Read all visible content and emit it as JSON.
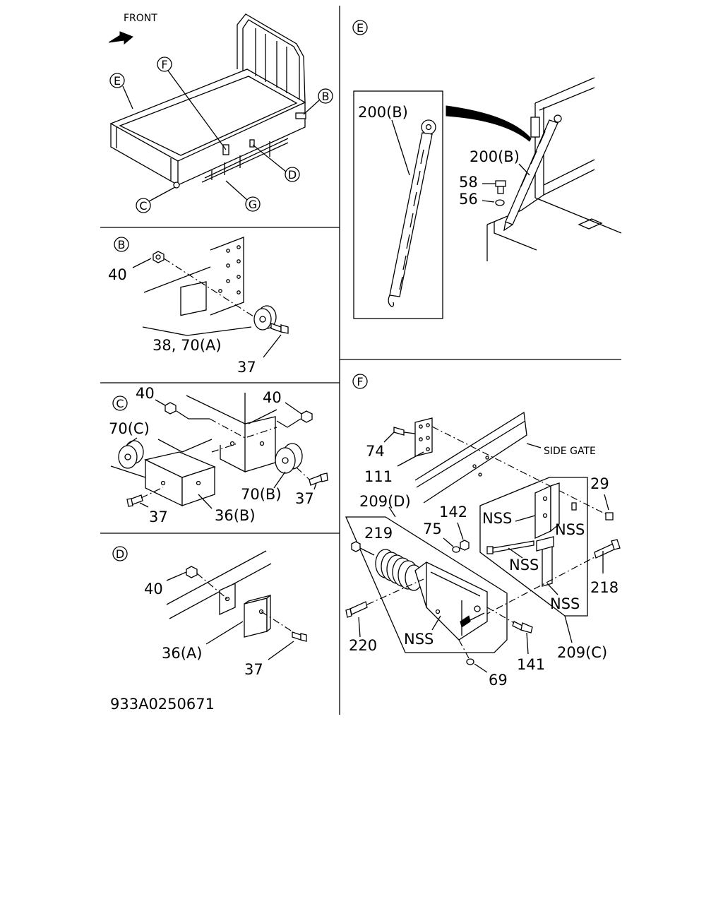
{
  "overview": {
    "front_label": "FRONT",
    "callouts": [
      "E",
      "F",
      "B",
      "D",
      "C",
      "G"
    ]
  },
  "panel_b": {
    "circle": "B",
    "labels": {
      "nut": "40",
      "rubber": "38, 70(A)",
      "bolt": "37"
    }
  },
  "panel_c": {
    "circle": "C",
    "labels": {
      "nut_left": "40",
      "nut_right": "40",
      "rubber_left": "70(C)",
      "rubber_right": "70(B)",
      "bolt_right": "37",
      "bolt_left": "37",
      "block": "36(B)"
    }
  },
  "panel_d": {
    "circle": "D",
    "labels": {
      "nut": "40",
      "block": "36(A)",
      "bolt": "37"
    }
  },
  "panel_e": {
    "circle": "E",
    "labels": {
      "chain_detail": "200(B)",
      "chain": "200(B)",
      "bolt": "58",
      "washer": "56"
    }
  },
  "panel_f": {
    "circle": "F",
    "labels": {
      "side_gate": "SIDE GATE",
      "bolt_74": "74",
      "plate_111": "111",
      "bolt_29": "29",
      "assy_209d": "209(D)",
      "washer_142": "142",
      "washer_75": "75",
      "nut_219": "219",
      "nss_1": "NSS",
      "nss_2": "NSS",
      "nss_3": "NSS",
      "nss_4": "NSS",
      "nss_5": "NSS",
      "bolt_218": "218",
      "bolt_220": "220",
      "bolt_141": "141",
      "assy_209c": "209(C)",
      "washer_69": "69"
    }
  },
  "figure_id": "933A0250671"
}
